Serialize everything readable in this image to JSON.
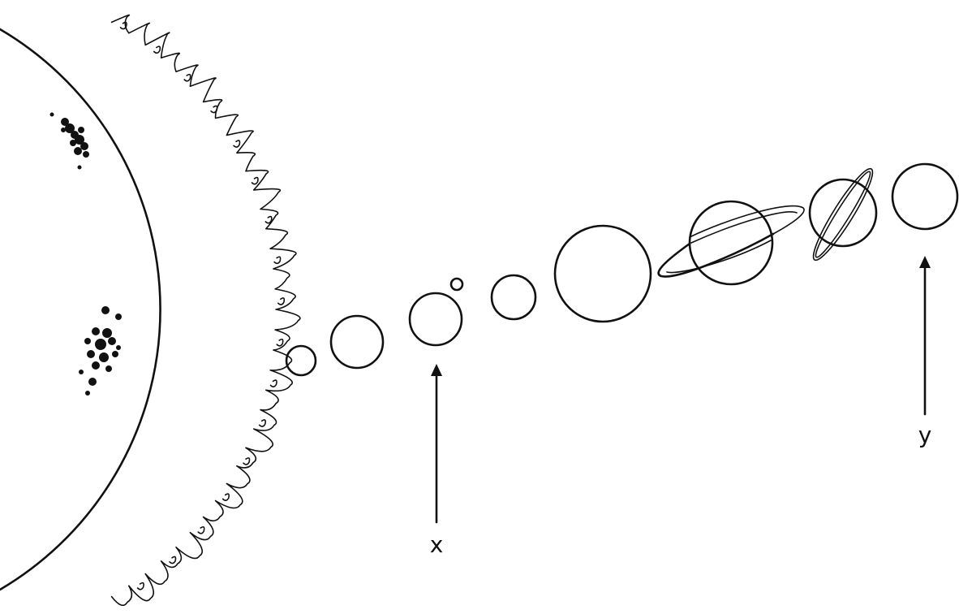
{
  "diagram": {
    "colors": {
      "ink": "#111111",
      "background": "#ffffff"
    },
    "sun": {
      "spots": 2
    },
    "planets": [
      {
        "id": "planet-1"
      },
      {
        "id": "planet-2"
      },
      {
        "id": "planet-3",
        "moon": true
      },
      {
        "id": "planet-4"
      },
      {
        "id": "planet-5"
      },
      {
        "id": "planet-6",
        "rings": true
      },
      {
        "id": "planet-7",
        "rings": true
      },
      {
        "id": "planet-8"
      }
    ],
    "labels": {
      "x": "x",
      "y": "y"
    }
  }
}
